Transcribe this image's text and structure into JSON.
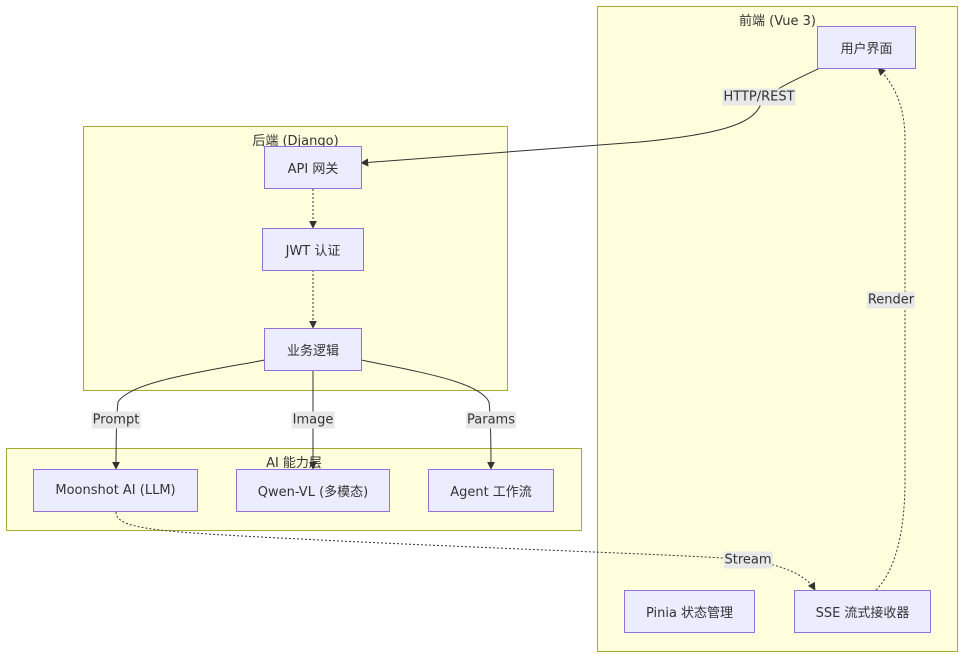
{
  "clusters": {
    "frontend": {
      "title": "前端 (Vue 3)"
    },
    "backend": {
      "title": "后端 (Django)"
    },
    "ai": {
      "title": "AI 能力层"
    }
  },
  "nodes": {
    "ui": "用户界面",
    "sse": "SSE 流式接收器",
    "pinia": "Pinia 状态管理",
    "gateway": "API 网关",
    "jwt": "JWT 认证",
    "logic": "业务逻辑",
    "moonshot": "Moonshot AI (LLM)",
    "qwen": "Qwen-VL (多模态)",
    "agent": "Agent 工作流"
  },
  "edges": {
    "http_rest": "HTTP/REST",
    "prompt": "Prompt",
    "image": "Image",
    "params": "Params",
    "stream": "Stream",
    "render": "Render"
  },
  "colors": {
    "cluster_fill": "#ffffde",
    "cluster_border": "#aaaa33",
    "node_fill": "#ececff",
    "node_border": "#9370db",
    "edge": "#333333",
    "edge_label_bg": "#e8e8e8"
  }
}
